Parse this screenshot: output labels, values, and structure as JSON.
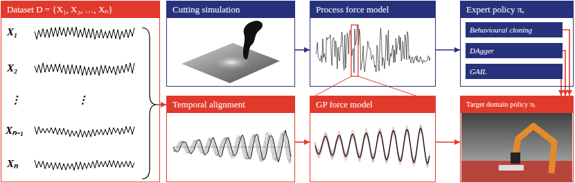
{
  "diagram": {
    "nodes": [
      {
        "text": [
          "Dataset D = {X₁, X₂, …, Xₙ}"
        ]
      },
      {
        "text": [
          "Cutting simulation"
        ]
      },
      {
        "text": [
          "Process force model"
        ]
      },
      {
        "text": [
          "Expert policy πₑ"
        ]
      },
      {
        "text": [
          "Behavioural cloning"
        ],
        "in": 3
      },
      {
        "text": [
          "DAgger"
        ],
        "in": 3
      },
      {
        "text": [
          "GAIL"
        ],
        "in": 3
      },
      {
        "text": [
          "Temporal alignment"
        ]
      },
      {
        "text": [
          "GP force model"
        ]
      },
      {
        "text": [
          "Target domain policy πₜ"
        ]
      }
    ],
    "edges": [
      {
        "from": 0,
        "to": 7,
        "arrow": "to"
      },
      {
        "from": 1,
        "to": 2,
        "arrow": "to"
      },
      {
        "from": 2,
        "to": 3,
        "arrow": "to"
      },
      {
        "from": 7,
        "to": 8,
        "arrow": "to"
      },
      {
        "from": 8,
        "to": 9,
        "arrow": "to"
      },
      {
        "from": 4,
        "to": 9,
        "arrow": "to"
      },
      {
        "from": 5,
        "to": 9,
        "arrow": "to"
      },
      {
        "from": 6,
        "to": 9,
        "arrow": "to"
      }
    ],
    "labels": [
      "X₁",
      "X₂",
      "⋮",
      "⋮",
      "Xₙ₋₁",
      "Xₙ"
    ]
  }
}
